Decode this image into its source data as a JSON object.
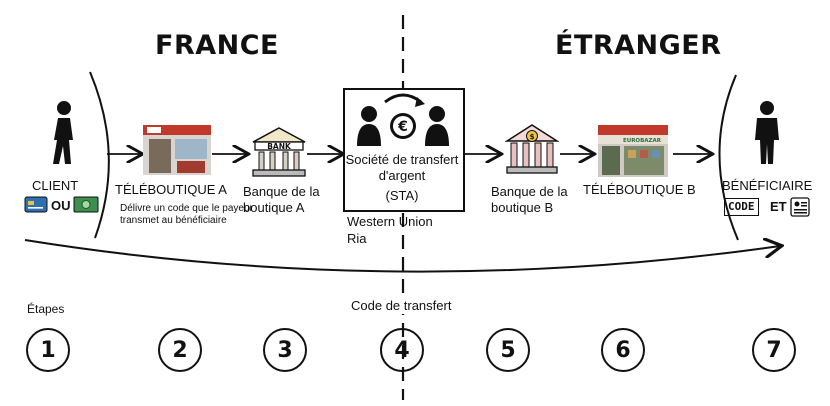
{
  "regions": {
    "left": "FRANCE",
    "right": "ÉTRANGER"
  },
  "client": {
    "label": "CLIENT",
    "or": "OU"
  },
  "teleboutique_a": {
    "title": "TÉLÉBOUTIQUE A",
    "desc": "Délivre un code que le payeur transmet au bénéficiaire"
  },
  "bank_a": {
    "label": "Banque de la boutique A",
    "sign": "BANK"
  },
  "sta": {
    "label": "Société de transfert d'argent",
    "abbr": "(STA)",
    "examples_1": "Western Union",
    "examples_2": "Ria",
    "currency": "€"
  },
  "bank_b": {
    "label": "Banque de la boutique B",
    "currency": "$"
  },
  "teleboutique_b": {
    "title": "TÉLÉBOUTIQUE B",
    "sign": "EUROBAZAR"
  },
  "beneficiaire": {
    "label": "BÉNÉFICIAIRE",
    "code": "CODE",
    "and": "ET"
  },
  "transfer_code": "Code de transfert",
  "steps": {
    "label": "Étapes",
    "numbers": [
      "1",
      "2",
      "3",
      "4",
      "5",
      "6",
      "7"
    ]
  },
  "colors": {
    "ink": "#111111",
    "card": "#2f6fb0",
    "cash": "#3e8e4e",
    "shopfront": "#c0392b"
  },
  "icons": [
    "person-icon",
    "card-icon",
    "cash-icon",
    "shopfront-icon",
    "bank-icon",
    "people-transfer-icon",
    "bank-dollar-icon",
    "id-card-icon"
  ]
}
